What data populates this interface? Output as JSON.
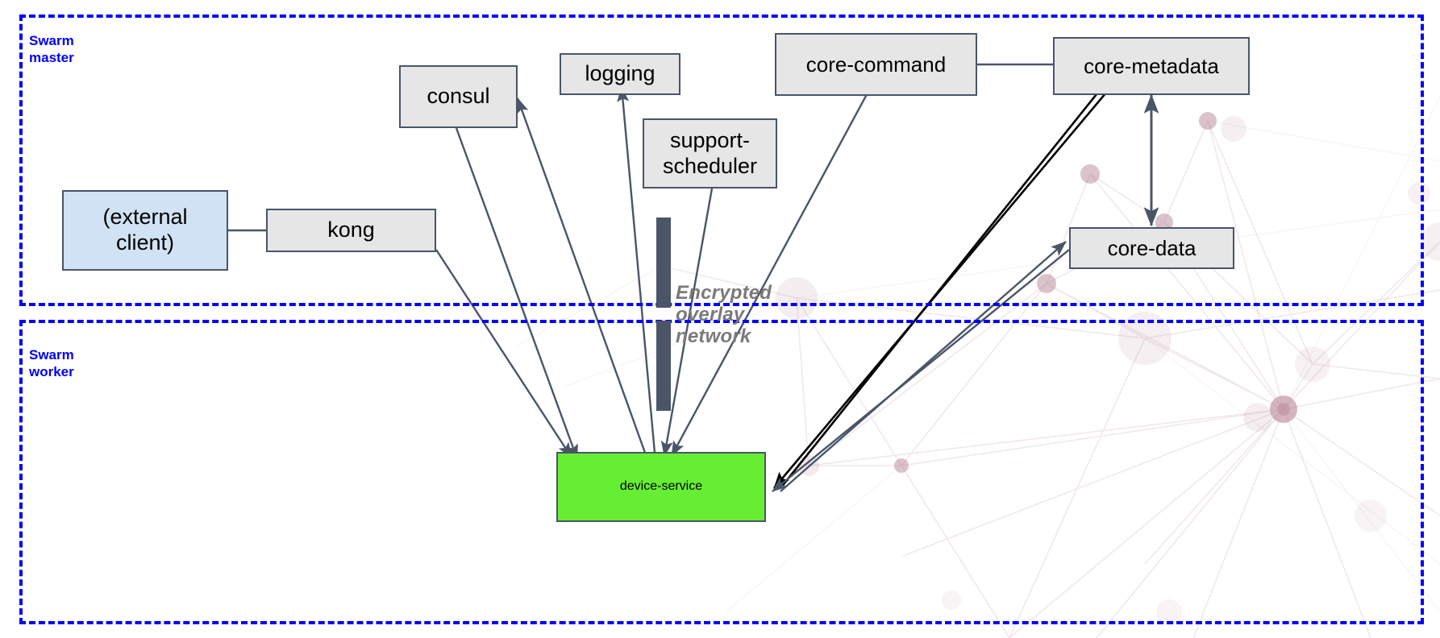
{
  "diagram": {
    "title": "EdgeX Docker Swarm deployment topology",
    "zones": [
      {
        "name": "swarm-master",
        "label": "Swarm\nmaster",
        "label_line1": "Swarm",
        "label_line2": "master"
      },
      {
        "name": "swarm-worker",
        "label": "Swarm\nworker",
        "label_line1": "Swarm",
        "label_line2": "worker"
      }
    ],
    "network_label": {
      "line1": "Encrypted",
      "line2": "overlay",
      "line3": "network"
    },
    "nodes": [
      {
        "id": "external-client",
        "label": "(external\nclient)",
        "line1": "(external",
        "line2": "client)",
        "style": "blue"
      },
      {
        "id": "kong",
        "label": "kong",
        "style": "grey"
      },
      {
        "id": "consul",
        "label": "consul",
        "style": "grey"
      },
      {
        "id": "logging",
        "label": "logging",
        "style": "grey"
      },
      {
        "id": "support-scheduler",
        "label": "support-\nscheduler",
        "line1": "support-",
        "line2": "scheduler",
        "style": "grey"
      },
      {
        "id": "core-command",
        "label": "core-command",
        "style": "grey"
      },
      {
        "id": "core-metadata",
        "label": "core-metadata",
        "style": "grey"
      },
      {
        "id": "core-data",
        "label": "core-data",
        "style": "grey"
      },
      {
        "id": "device-service",
        "label": "device-service",
        "style": "green"
      }
    ],
    "edges": [
      {
        "from": "external-client",
        "to": "kong",
        "color": "#4a5568"
      },
      {
        "from": "core-command",
        "to": "core-metadata",
        "color": "#4a5568"
      },
      {
        "from": "core-metadata",
        "to": "core-data",
        "color": "#4a5568",
        "bidirectional": true
      },
      {
        "from": "kong",
        "to": "device-service",
        "color": "#4a5568"
      },
      {
        "from": "consul",
        "to": "device-service",
        "color": "#4a5568"
      },
      {
        "from": "device-service",
        "to": "consul",
        "color": "#4a5568"
      },
      {
        "from": "device-service",
        "to": "logging",
        "color": "#4a5568"
      },
      {
        "from": "support-scheduler",
        "to": "device-service",
        "color": "#4a5568"
      },
      {
        "from": "core-command",
        "to": "device-service",
        "color": "#4a5568"
      },
      {
        "from": "device-service",
        "to": "core-metadata",
        "color": "#000000"
      },
      {
        "from": "device-service",
        "to": "core-data",
        "color": "#4a5568"
      },
      {
        "from": "core-metadata",
        "to": "device-service",
        "color": "#000000"
      },
      {
        "from": "core-data",
        "to": "device-service",
        "color": "#4a5568"
      }
    ],
    "colors": {
      "zone_border": "#0000ff",
      "zone_label": "#0000ff",
      "node_border": "#4a5568",
      "node_grey_fill": "#e6e6e6",
      "node_blue_fill": "#d0e2f3",
      "node_green_fill": "#66ee33",
      "edge_default": "#4a5568",
      "edge_emphasis": "#000000",
      "network_bar": "#4a5568",
      "network_label": "#7a7a7a",
      "watermark": "#b07a8e"
    }
  }
}
